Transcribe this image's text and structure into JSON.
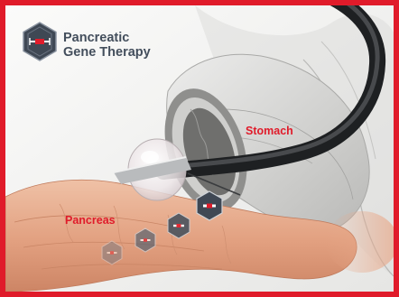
{
  "brand": {
    "line1": "Pancreatic",
    "line2": "Gene Therapy"
  },
  "labels": {
    "stomach": "Stomach",
    "pancreas": "Pancreas"
  },
  "colors": {
    "frame": "#e01b2a",
    "label": "#e01b2a",
    "brand_text": "#434e5c",
    "hex_dark": "#3f4854",
    "pancreas": "#e6a687"
  },
  "icons": [
    "gene-vector-hexagon-icon"
  ]
}
